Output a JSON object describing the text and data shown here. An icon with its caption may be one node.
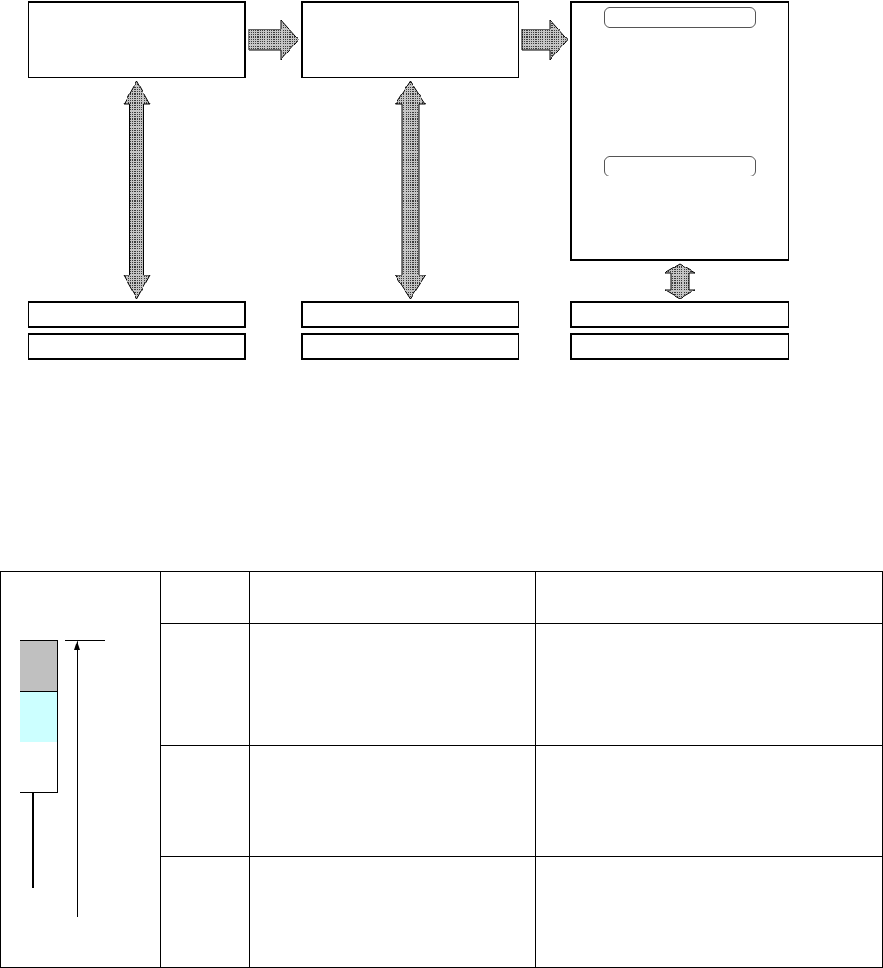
{
  "diagram": {
    "nodes": [
      {
        "text": [],
        "shape": "box"
      },
      {
        "text": [],
        "shape": "box"
      },
      {
        "text": [],
        "shape": "box"
      },
      {
        "text": [],
        "shape": "box",
        "in": 2
      },
      {
        "text": [],
        "shape": "box",
        "in": 2
      },
      {
        "text": [],
        "shape": "box"
      },
      {
        "text": [],
        "shape": "box"
      },
      {
        "text": [],
        "shape": "box"
      },
      {
        "text": [],
        "shape": "box"
      },
      {
        "text": [],
        "shape": "box"
      },
      {
        "text": [],
        "shape": "box"
      }
    ],
    "edges": [
      {
        "from": 0,
        "to": 1,
        "arrow": "to"
      },
      {
        "from": 1,
        "to": 2,
        "arrow": "to"
      },
      {
        "from": 0,
        "to": 5,
        "arrow": "both"
      },
      {
        "from": 1,
        "to": 6,
        "arrow": "both"
      },
      {
        "from": 2,
        "to": 7,
        "arrow": "both"
      }
    ]
  }
}
